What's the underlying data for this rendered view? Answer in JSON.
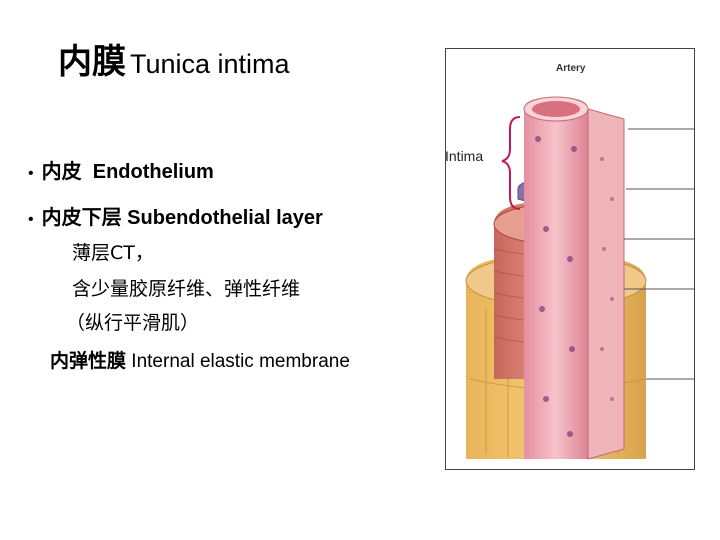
{
  "title": {
    "zh": "内膜",
    "en": "Tunica intima"
  },
  "bullets": [
    {
      "zh": "内皮",
      "en": "Endothelium"
    },
    {
      "zh": "内皮下层",
      "en": "Subendothelial layer"
    }
  ],
  "sublines": [
    "薄层CT，",
    "含少量胶原纤维、弹性纤维",
    "（纵行平滑肌）"
  ],
  "iem": {
    "zh": "内弹性膜",
    "en": "Internal elastic membrane"
  },
  "figure": {
    "caption": "Artery",
    "label": "Intima"
  }
}
